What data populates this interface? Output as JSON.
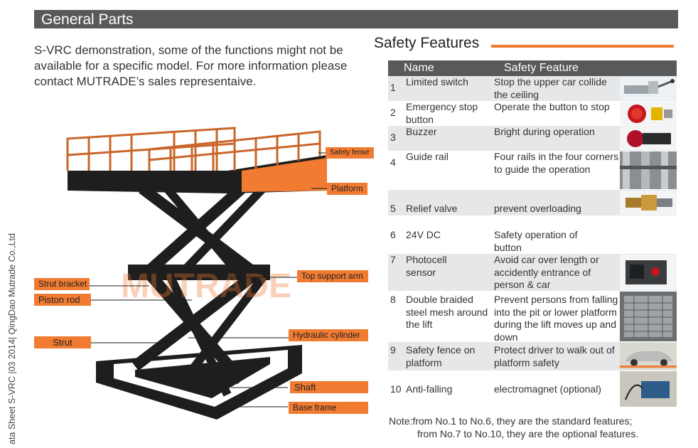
{
  "header": {
    "title": "General Parts"
  },
  "intro": {
    "text": "S-VRC demonstration, some of the functions might not be available for a specific model. For more information please contact MUTRADE’s sales representaive."
  },
  "side_text": "ata Sheet S-VRC |03 2014| QingDao Mutrade Co.,Ltd",
  "diagram": {
    "watermark": "MUTRADE",
    "labels": {
      "safety_fense": "Safety fense",
      "platform": "Platform",
      "top_support_arm": "Top support arm",
      "strut_bracket": "Strut bracket",
      "piston_rod": "Piston rod",
      "hydraulic_cylinder": "Hydraulic cylinder",
      "strut": "Strut",
      "shaft": "Shaft",
      "base_frame": "Base frame"
    }
  },
  "safety": {
    "title": "Safety Features",
    "col_name": "Name",
    "col_feature": "Safety Feature",
    "rows": [
      {
        "no": "1",
        "name": "Limited switch",
        "feature": "Stop the upper car collide the ceiling",
        "photo": "limit-switch-photo"
      },
      {
        "no": "2",
        "name": "Emergency stop button",
        "feature": "Operate the button to stop",
        "photo": "emergency-button-photo"
      },
      {
        "no": "3",
        "name": "Buzzer",
        "feature": "Bright during operation",
        "photo": "buzzer-photo"
      },
      {
        "no": "4",
        "name": "Guide rail",
        "feature": "Four rails in the four corners to guide the operation",
        "photo": "guide-rail-photo"
      },
      {
        "no": "5",
        "name": "Relief valve",
        "feature": "prevent overloading",
        "photo": "relief-valve-photo"
      },
      {
        "no": "6",
        "name": "24V DC",
        "feature": "Safety operation of button",
        "photo": ""
      },
      {
        "no": "7",
        "name": "Photocell sensor",
        "feature": " Avoid car over length or accidently entrance of person &  car",
        "photo": "photocell-photo"
      },
      {
        "no": "8",
        "name": "Double braided steel mesh around the lift",
        "feature": "Prevent persons from falling into the pit or lower platform during the lift moves up and down",
        "photo": "steel-mesh-photo"
      },
      {
        "no": "9",
        "name": "Safety fence on platform",
        "feature": "Protect driver to walk out of platform safety",
        "photo": "safety-fence-photo"
      },
      {
        "no": "10",
        "name": "Anti-falling",
        "feature": "electromagnet (optional)",
        "photo": "anti-falling-photo"
      }
    ],
    "note_line1": "Note:from No.1 to No.6, they are the standard features;",
    "note_line2": "from No.7 to No.10, they are the optional features."
  },
  "colors": {
    "accent": "#f07b31",
    "header_gray": "#58595b",
    "row_shade": "#e6e7e8",
    "frame": "#1e1e1e"
  }
}
